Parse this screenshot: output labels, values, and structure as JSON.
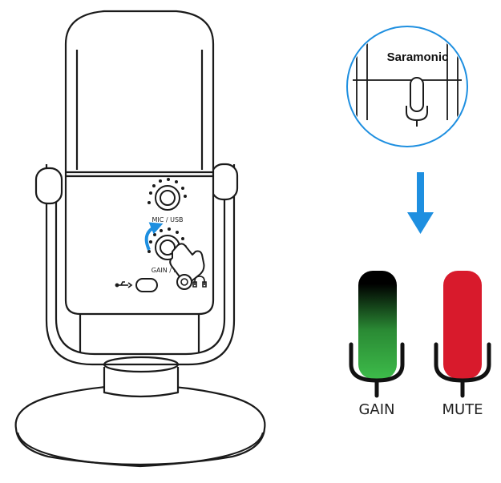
{
  "brand": "Saramonic",
  "knobs": {
    "mode_label": "MIC / USB",
    "gain_label": "GAIN / MUTE"
  },
  "ports": {
    "usb_icon": "usb-icon",
    "headphone_icon": "headphone-icon"
  },
  "indicators": [
    {
      "label": "GAIN",
      "color_top": "#000000",
      "color_bottom": "#3dbb4a"
    },
    {
      "label": "MUTE",
      "color_top": "#d81a2c",
      "color_bottom": "#d81a2c"
    }
  ],
  "colors": {
    "accent": "#1e8fe0",
    "outline": "#1a1a1a"
  }
}
